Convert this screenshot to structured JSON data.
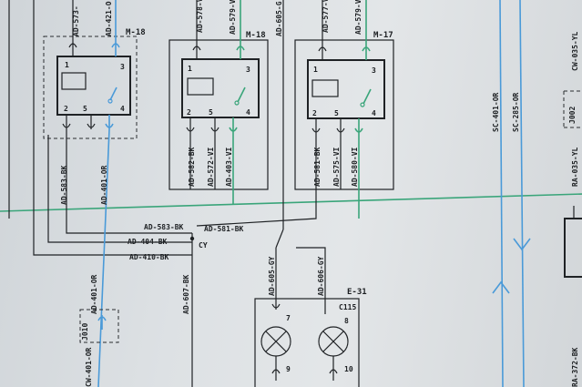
{
  "relays": {
    "left": {
      "name": "M-18"
    },
    "middle": {
      "name": "M-18"
    },
    "right": {
      "name": "M-17"
    }
  },
  "pins": {
    "p1": "1",
    "p2": "2",
    "p3": "3",
    "p4": "4",
    "p5": "5"
  },
  "wires_top": {
    "w573": "AD-573-",
    "w421": "AD-421-O",
    "w578": "AD-578-V",
    "w579a": "AD-579-V",
    "w605": "AD-605-G",
    "w577": "AD-577-V",
    "w579b": "AD-579-V"
  },
  "wires_relay": {
    "ad583": "AD-583-BK",
    "ad401": "AD-401-OR",
    "ad582": "AD-582-BK",
    "ad572": "AD-572-VI",
    "ad403": "AD-403-VI",
    "ad581": "AD-581-BK",
    "ad575": "AD-575-VI",
    "ad580": "AD-580-VI"
  },
  "wires_bus": {
    "ad583h": "AD-583-BK",
    "ad581h": "AD-581-BK",
    "ad404": "AD-404-BK",
    "ad410": "AD-410-BK",
    "cy": "CY"
  },
  "wires_lower": {
    "ad607": "AD-607-BK",
    "ad401low": "AD-401-OR",
    "cw401": "CW-401-OR",
    "ad605": "AD-605-GY",
    "ad606": "AD-606-GY",
    "j010": "J010"
  },
  "lamps": {
    "e31": "E-31",
    "c115": "C115",
    "p7": "7",
    "p8": "8",
    "p9": "9",
    "p10": "10"
  },
  "right_area": {
    "sc401": "SC-401-OR",
    "sc285": "SC-285-OR",
    "cw035": "CW-035-YL",
    "ra035": "RA-035-YL",
    "ra372": "RA-372-BK",
    "j002": "J002"
  }
}
